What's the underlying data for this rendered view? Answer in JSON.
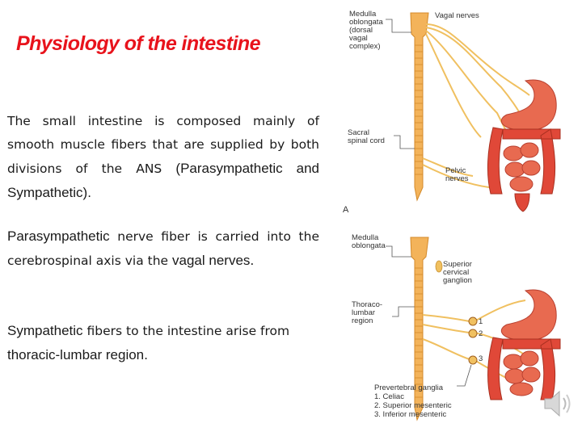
{
  "title": "Physiology of the intestine",
  "paragraph1": {
    "text": "The small intestine is composed mainly of smooth muscle fibers that are supplied by both divisions of the ANS ",
    "emphasis": "(Parasympathetic and Sympathetic)."
  },
  "paragraph2": {
    "term": "Parasympathetic",
    "text": " nerve fiber is carried into the cerebrospinal axis via the ",
    "term2": "vagal nerves",
    "end": "."
  },
  "paragraph3": {
    "term": "Sympathetic",
    "text": " fibers to the intestine arise from ",
    "term2": "thoracic-lumbar region",
    "end": "."
  },
  "figure": {
    "top": {
      "label_medulla": "Medulla\noblongata\n(dorsal\nvagal\ncomplex)",
      "label_vagal": "Vagal nerves",
      "label_sacral": "Sacral\nspinal cord",
      "label_pelvic": "Pelvic\nnerves",
      "letter": "A"
    },
    "bottom": {
      "label_medulla": "Medulla\noblongata",
      "label_superior": "Superior\ncervical\nganglion",
      "label_thoraco": "Thoraco-\nlumbar\nregion",
      "ganglion_numbers": [
        "1",
        "2",
        "3"
      ],
      "legend_title": "Prevertebral ganglia",
      "legend_items": [
        "1. Celiac",
        "2. Superior mesenteric",
        "3. Inferior mesenteric"
      ]
    }
  },
  "colors": {
    "title": "#e8131c",
    "spinal_cord": "#f3b35a",
    "nerve": "#f0c060",
    "stomach": "#e86a50",
    "intestine": "#e04838"
  },
  "icons": {
    "speaker": "speaker-icon"
  }
}
